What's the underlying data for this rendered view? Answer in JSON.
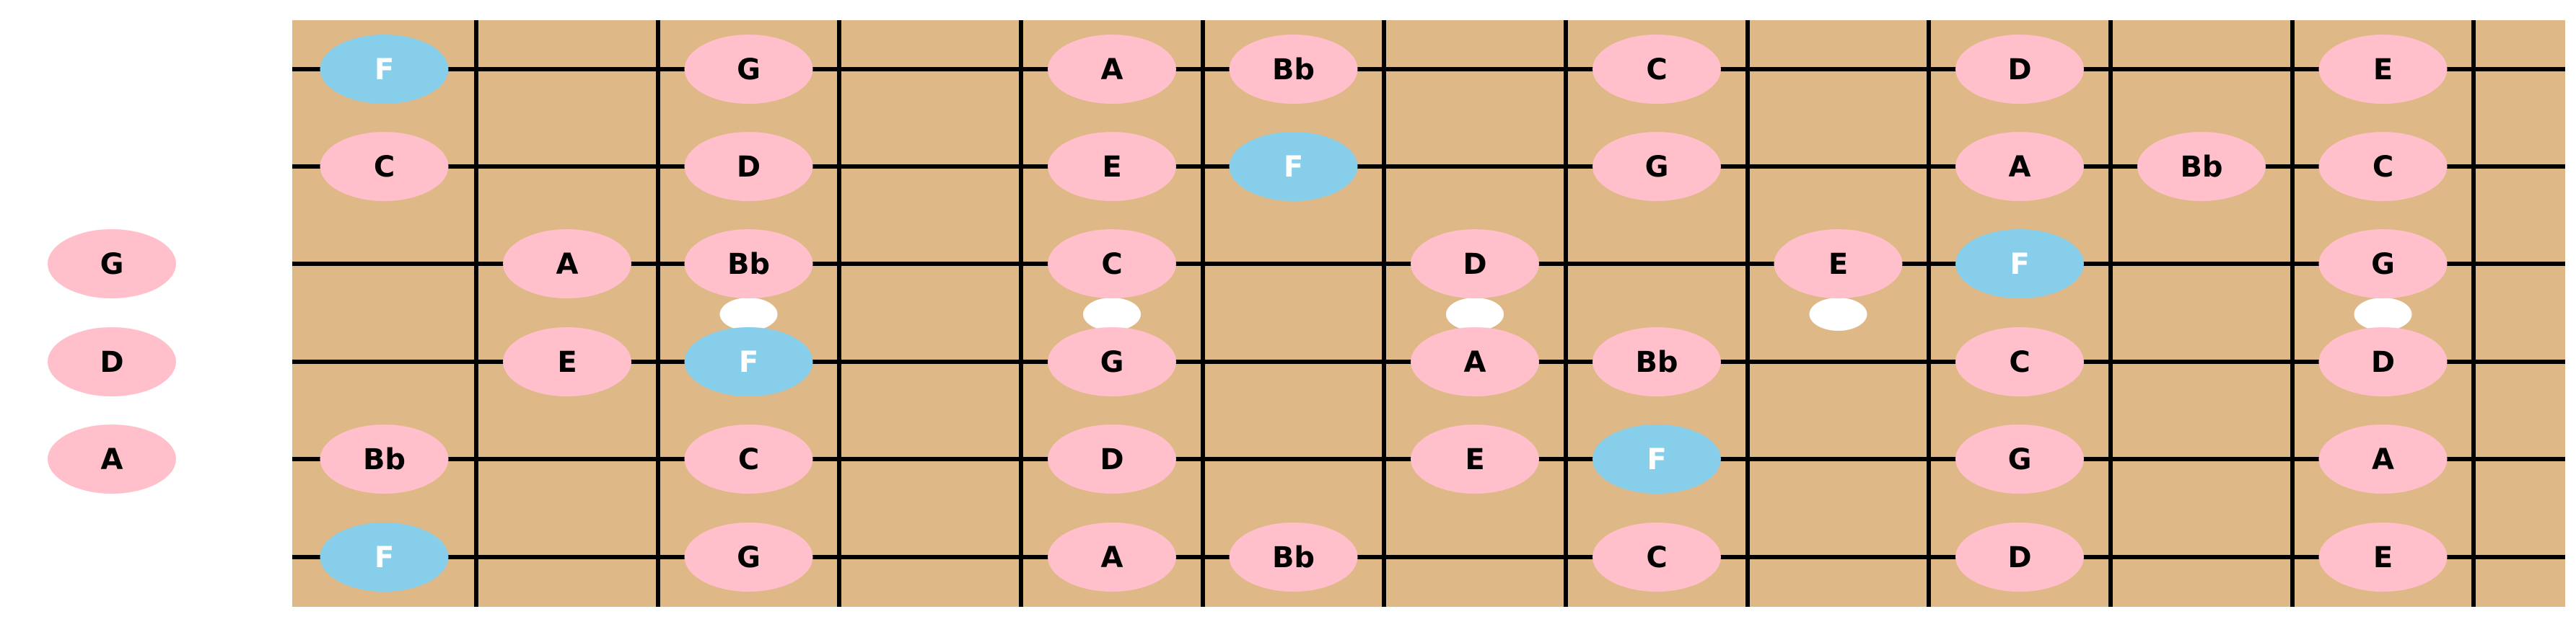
{
  "colors": {
    "fretboard": "#deb887",
    "line": "#000000",
    "note_default": "#ffc0cb",
    "note_root": "#87ceeb",
    "label_default": "#000000",
    "label_root": "#ffffff",
    "inlay": "#ffffff"
  },
  "fretboard": {
    "fret_count": 12,
    "string_count": 6,
    "inlay_frets": [
      3,
      5,
      7,
      9,
      12
    ],
    "root_note": "F"
  },
  "open_notes": [
    {
      "string": 3,
      "label": "G"
    },
    {
      "string": 4,
      "label": "D"
    },
    {
      "string": 5,
      "label": "A"
    }
  ],
  "strings": [
    {
      "index": 1,
      "notes": [
        {
          "fret": 1,
          "label": "F"
        },
        {
          "fret": 3,
          "label": "G"
        },
        {
          "fret": 5,
          "label": "A"
        },
        {
          "fret": 6,
          "label": "Bb"
        },
        {
          "fret": 8,
          "label": "C"
        },
        {
          "fret": 10,
          "label": "D"
        },
        {
          "fret": 12,
          "label": "E"
        }
      ]
    },
    {
      "index": 2,
      "notes": [
        {
          "fret": 1,
          "label": "C"
        },
        {
          "fret": 3,
          "label": "D"
        },
        {
          "fret": 5,
          "label": "E"
        },
        {
          "fret": 6,
          "label": "F"
        },
        {
          "fret": 8,
          "label": "G"
        },
        {
          "fret": 10,
          "label": "A"
        },
        {
          "fret": 11,
          "label": "Bb"
        },
        {
          "fret": 12,
          "label": "C"
        }
      ]
    },
    {
      "index": 3,
      "notes": [
        {
          "fret": 2,
          "label": "A"
        },
        {
          "fret": 3,
          "label": "Bb"
        },
        {
          "fret": 5,
          "label": "C"
        },
        {
          "fret": 7,
          "label": "D"
        },
        {
          "fret": 9,
          "label": "E"
        },
        {
          "fret": 10,
          "label": "F"
        },
        {
          "fret": 12,
          "label": "G"
        }
      ]
    },
    {
      "index": 4,
      "notes": [
        {
          "fret": 2,
          "label": "E"
        },
        {
          "fret": 3,
          "label": "F"
        },
        {
          "fret": 5,
          "label": "G"
        },
        {
          "fret": 7,
          "label": "A"
        },
        {
          "fret": 8,
          "label": "Bb"
        },
        {
          "fret": 10,
          "label": "C"
        },
        {
          "fret": 12,
          "label": "D"
        }
      ]
    },
    {
      "index": 5,
      "notes": [
        {
          "fret": 1,
          "label": "Bb"
        },
        {
          "fret": 3,
          "label": "C"
        },
        {
          "fret": 5,
          "label": "D"
        },
        {
          "fret": 7,
          "label": "E"
        },
        {
          "fret": 8,
          "label": "F"
        },
        {
          "fret": 10,
          "label": "G"
        },
        {
          "fret": 12,
          "label": "A"
        }
      ]
    },
    {
      "index": 6,
      "notes": [
        {
          "fret": 1,
          "label": "F"
        },
        {
          "fret": 3,
          "label": "G"
        },
        {
          "fret": 5,
          "label": "A"
        },
        {
          "fret": 6,
          "label": "Bb"
        },
        {
          "fret": 8,
          "label": "C"
        },
        {
          "fret": 10,
          "label": "D"
        },
        {
          "fret": 12,
          "label": "E"
        }
      ]
    }
  ]
}
